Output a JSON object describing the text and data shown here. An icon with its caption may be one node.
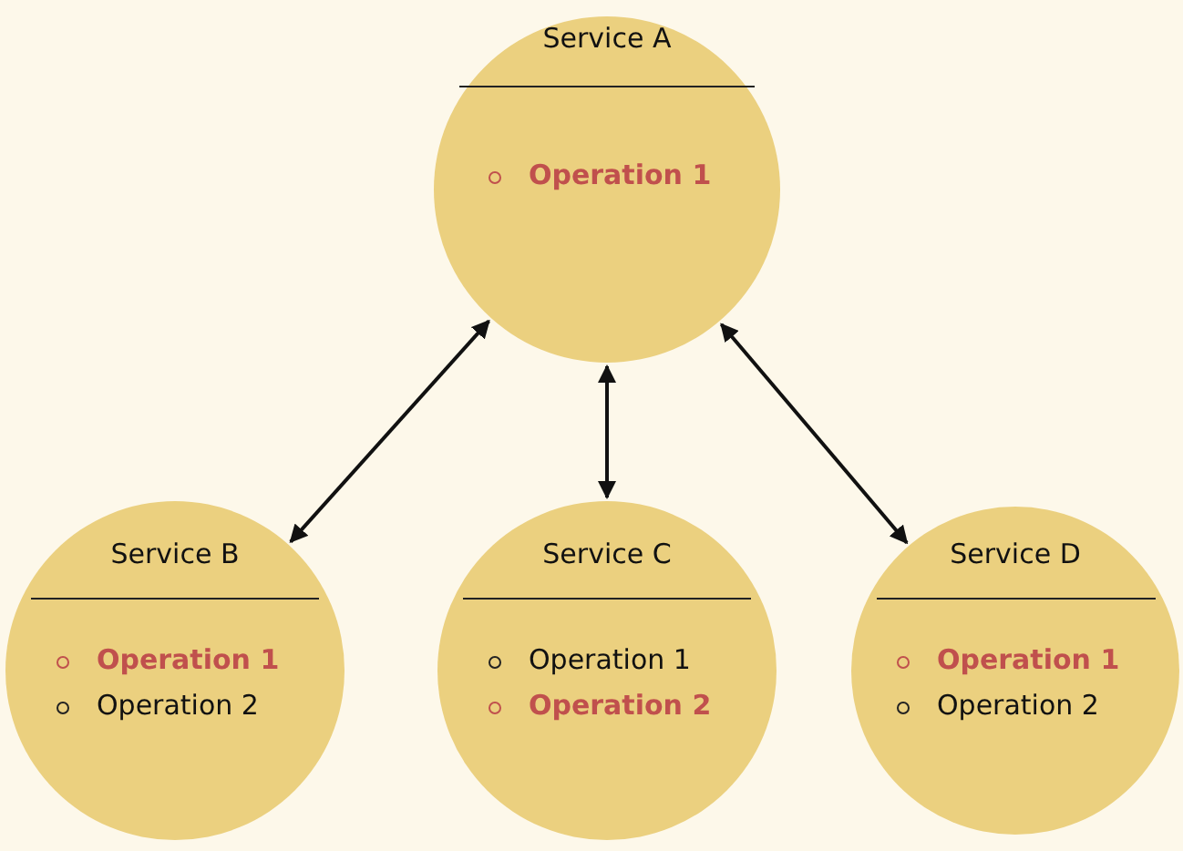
{
  "diagram": {
    "nodes": [
      {
        "text": [
          "Service A",
          "Operation 1"
        ]
      },
      {
        "text": [
          "Service B",
          "Operation 1",
          "Operation 2"
        ]
      },
      {
        "text": [
          "Service C",
          "Operation 1",
          "Operation 2"
        ]
      },
      {
        "text": [
          "Service D",
          "Operation 1",
          "Operation 2"
        ]
      }
    ],
    "edges": [
      {
        "from": 0,
        "to": 1,
        "arrow": "both"
      },
      {
        "from": 0,
        "to": 2,
        "arrow": "both"
      },
      {
        "from": 0,
        "to": 3,
        "arrow": "both"
      }
    ]
  }
}
